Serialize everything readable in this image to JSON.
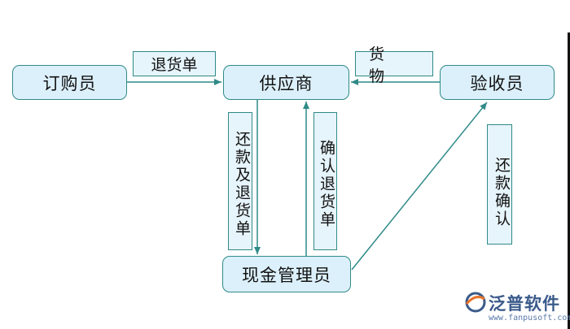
{
  "nodes": {
    "buyer": "订购员",
    "supplier": "供应商",
    "receiver": "验收员",
    "cashier": "现金管理员"
  },
  "edge_labels": {
    "return_order": "退货单",
    "goods": "货 物",
    "repay_and_return": "还款及退货单",
    "confirm_return": "确认退货单",
    "repay_confirm": "还款确认"
  },
  "logo": {
    "name": "泛普软件",
    "url": "www.fanpusoft.com"
  },
  "colors": {
    "node_fill": "#dcf0fb",
    "border": "#2f8a88",
    "arrow": "#2f8a88",
    "logo_text": "#3a5a8a",
    "logo_accent": "#e8742a"
  }
}
